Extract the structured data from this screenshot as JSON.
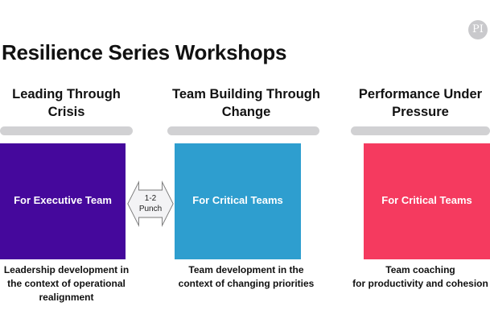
{
  "title": "Resilience Series  Workshops",
  "logo": "PI",
  "columns": [
    {
      "heading_line1": "Leading Through",
      "heading_line2": "Crisis",
      "box_label": "For Executive Team",
      "box_color": "#45089c",
      "desc_lines": [
        "Leadership development in",
        "the context of operational",
        "realignment"
      ]
    },
    {
      "heading_line1": "Team Building Through",
      "heading_line2": "Change",
      "box_label": "For Critical Teams",
      "box_color": "#2e9ecf",
      "desc_lines": [
        "Team development in the",
        "context of changing priorities",
        ""
      ]
    },
    {
      "heading_line1": "Performance Under",
      "heading_line2": "Pressure",
      "box_label": "For Critical Teams",
      "box_color": "#f53a5f",
      "desc_lines": [
        "Team coaching",
        "for productivity and cohesion",
        ""
      ]
    }
  ],
  "connector": {
    "line1": "1-2",
    "line2": "Punch"
  }
}
